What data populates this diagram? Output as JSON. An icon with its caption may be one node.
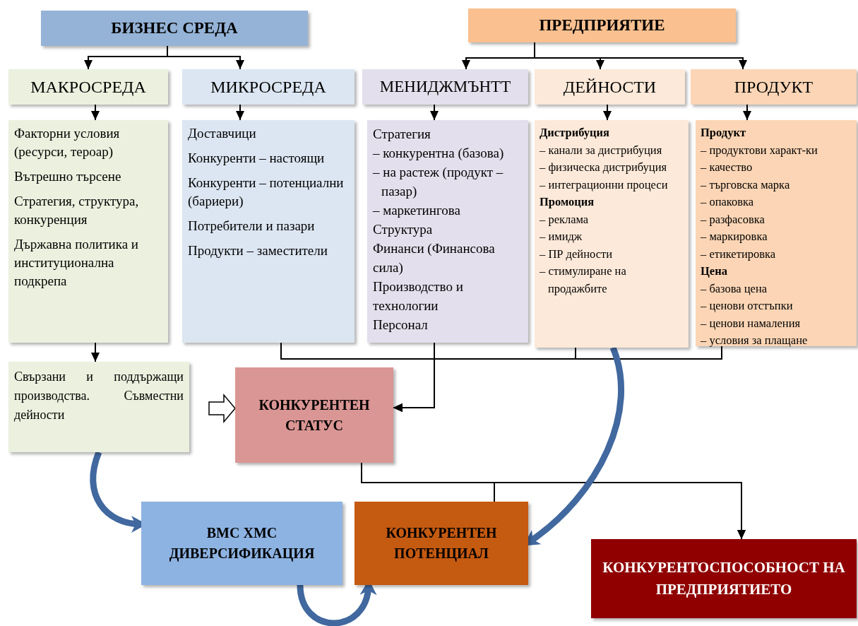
{
  "diagram": {
    "nodes": [
      {
        "text": [
          "БИЗНЕС СРЕДА"
        ]
      },
      {
        "text": [
          "ПРЕДПРИЯТИЕ"
        ]
      },
      {
        "text": [
          "МАКРОСРЕДА"
        ]
      },
      {
        "text": [
          "МИКРОСРЕДА"
        ]
      },
      {
        "text": [
          "МЕНИДЖМЪНТТ"
        ]
      },
      {
        "text": [
          "ДЕЙНОСТИ"
        ]
      },
      {
        "text": [
          "ПРОДУКТ"
        ]
      },
      {
        "text": [
          "Факторни условия (ресурси, тероар)",
          "Вътрешно търсене",
          "Стратегия, структура, конкуренция",
          "Държавна политика и институционална подкрепа"
        ]
      },
      {
        "text": [
          "Доставчици",
          "Конкуренти – настоящи",
          "Конкуренти – потенциални (бариери)",
          "Потребители и пазари",
          "Продукти – заместители"
        ]
      },
      {
        "text": [
          "Стратегия",
          "– конкурентна (базова)",
          "– на растеж (продукт – пазар)",
          "– маркетингова",
          "Структура",
          "Финанси (Финансова сила)",
          "Производство и технологии",
          "Персонал"
        ]
      },
      {
        "text": [
          "Дистрибуция",
          "– канали за дистрибуция",
          "– физическа дистрибуция",
          "– интеграционни процеси",
          "Промоция",
          "– реклама",
          "– имидж",
          "– ПР дейности",
          "– стимулиране на продажбите"
        ]
      },
      {
        "text": [
          "Продукт",
          "– продуктови характ-ки",
          "– качество",
          "– търговска марка",
          "– опаковка",
          "– разфасовка",
          "– маркировка",
          "– етикетировка",
          "Цена",
          "– базова цена",
          "– ценови отстъпки",
          "– ценови намаления",
          "– условия за плащане"
        ]
      },
      {
        "text": [
          "Свързани и поддържащи производства. Съвместни дейности"
        ]
      },
      {
        "text": [
          "КОНКУРЕНТЕН СТАТУС"
        ]
      },
      {
        "text": [
          "ВМС ХМС ДИВЕРСИФИКАЦИЯ"
        ]
      },
      {
        "text": [
          "КОНКУРЕНТЕН ПОТЕНЦИАЛ"
        ]
      },
      {
        "text": [
          "КОНКУРЕНТОСПОСОБНОСТ НА ПРЕДПРИЯТИЕТО"
        ]
      }
    ],
    "edges": [
      {
        "from": 0,
        "to": 2,
        "arrow": "to"
      },
      {
        "from": 0,
        "to": 3,
        "arrow": "to"
      },
      {
        "from": 1,
        "to": 4,
        "arrow": "to"
      },
      {
        "from": 1,
        "to": 5,
        "arrow": "to"
      },
      {
        "from": 1,
        "to": 6,
        "arrow": "to"
      },
      {
        "from": 2,
        "to": 7,
        "arrow": "to"
      },
      {
        "from": 3,
        "to": 8,
        "arrow": "to"
      },
      {
        "from": 4,
        "to": 9,
        "arrow": "to"
      },
      {
        "from": 5,
        "to": 10,
        "arrow": "to"
      },
      {
        "from": 6,
        "to": 11,
        "arrow": "to"
      },
      {
        "from": 7,
        "to": 12,
        "arrow": "to"
      },
      {
        "from": 8,
        "to": 13,
        "arrow": "to"
      },
      {
        "from": 9,
        "to": 13,
        "arrow": "to"
      },
      {
        "from": 10,
        "to": 13,
        "arrow": "to"
      },
      {
        "from": 11,
        "to": 13,
        "arrow": "to"
      },
      {
        "from": 12,
        "to": 13,
        "arrow": "to",
        "style": "thick"
      },
      {
        "from": 13,
        "to": 16,
        "arrow": "to"
      },
      {
        "from": 15,
        "to": 16,
        "arrow": "to"
      },
      {
        "from": 12,
        "to": 14,
        "arrow": "to",
        "style": "thick",
        "color": "#41689f"
      },
      {
        "from": 10,
        "to": 15,
        "arrow": "to",
        "style": "thick",
        "color": "#41689f"
      },
      {
        "from": 14,
        "to": 15,
        "arrow": "to",
        "style": "thick",
        "color": "#41689f"
      }
    ]
  }
}
